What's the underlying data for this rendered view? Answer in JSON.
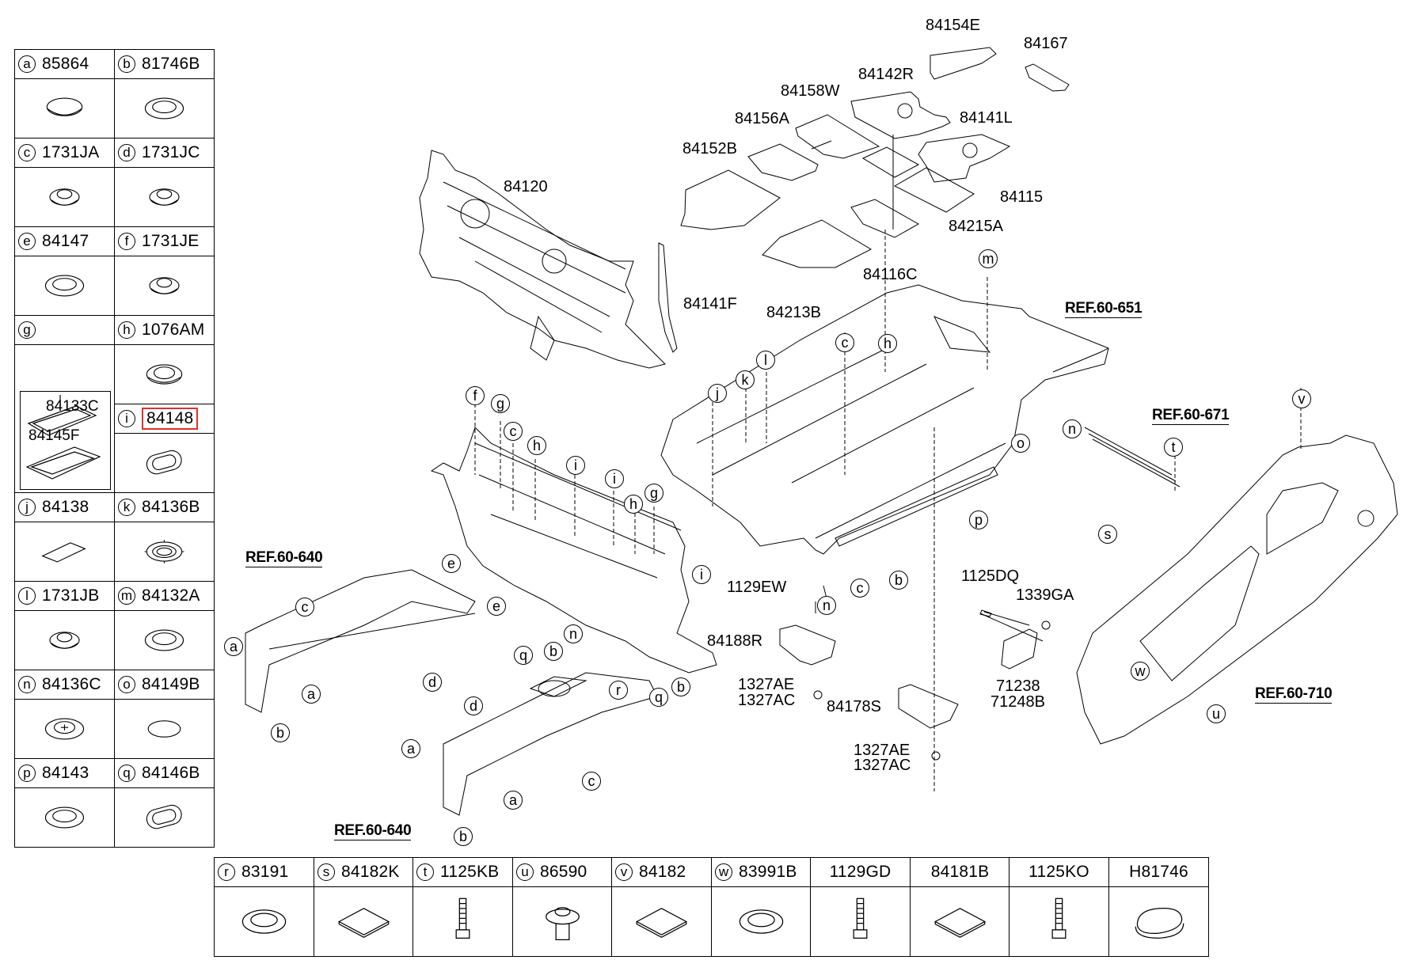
{
  "diagram": {
    "title": "Floor / dash panel insulation & plugs parts diagram",
    "highlight_color": "#e03030",
    "legend_left": [
      {
        "letter": "a",
        "code": "85864",
        "icon": "flat-plug-icon"
      },
      {
        "letter": "b",
        "code": "81746B",
        "icon": "ring-plug-icon"
      },
      {
        "letter": "c",
        "code": "1731JA",
        "icon": "domed-plug-icon"
      },
      {
        "letter": "d",
        "code": "1731JC",
        "icon": "domed-plug-icon"
      },
      {
        "letter": "e",
        "code": "84147",
        "icon": "ring-plug-icon"
      },
      {
        "letter": "f",
        "code": "1731JE",
        "icon": "domed-plug-icon"
      },
      {
        "letter": "g",
        "code": "",
        "icon": "grommet-frame-icon"
      },
      {
        "letter": "h",
        "code": "1076AM",
        "icon": "grommet-ring-icon"
      },
      {
        "letter": "i",
        "code": "84148",
        "icon": "oval-grommet-icon",
        "highlighted": true
      },
      {
        "letter": "j",
        "code": "84138",
        "icon": "pad-icon"
      },
      {
        "letter": "k",
        "code": "84136B",
        "icon": "toothed-ring-icon"
      },
      {
        "letter": "l",
        "code": "1731JB",
        "icon": "domed-plug-icon"
      },
      {
        "letter": "m",
        "code": "84132A",
        "icon": "ring-plug-icon"
      },
      {
        "letter": "n",
        "code": "84136C",
        "icon": "cross-plug-icon"
      },
      {
        "letter": "o",
        "code": "84149B",
        "icon": "oval-plug-icon"
      },
      {
        "letter": "p",
        "code": "84143",
        "icon": "ring-plug-icon"
      },
      {
        "letter": "q",
        "code": "84146B",
        "icon": "oval-grommet-icon"
      }
    ],
    "group_g": {
      "parent": "84133C",
      "child": "84145F"
    },
    "legend_bottom": [
      {
        "letter": "r",
        "code": "83191",
        "icon": "ring-plug-icon"
      },
      {
        "letter": "s",
        "code": "84182K",
        "icon": "square-pad-icon"
      },
      {
        "letter": "t",
        "code": "1125KB",
        "icon": "bolt-icon"
      },
      {
        "letter": "u",
        "code": "86590",
        "icon": "clip-icon"
      },
      {
        "letter": "v",
        "code": "84182",
        "icon": "square-pad-icon"
      },
      {
        "letter": "w",
        "code": "83991B",
        "icon": "ring-plug-icon"
      },
      {
        "letter": "",
        "code": "1129GD",
        "icon": "bolt-icon"
      },
      {
        "letter": "",
        "code": "84181B",
        "icon": "square-pad-icon"
      },
      {
        "letter": "",
        "code": "1125KO",
        "icon": "bolt-icon"
      },
      {
        "letter": "",
        "code": "H81746",
        "icon": "oval-cap-icon"
      }
    ],
    "part_labels": [
      {
        "id": "84154E"
      },
      {
        "id": "84167"
      },
      {
        "id": "84142R"
      },
      {
        "id": "84158W"
      },
      {
        "id": "84141L"
      },
      {
        "id": "84156A"
      },
      {
        "id": "84152B"
      },
      {
        "id": "84115"
      },
      {
        "id": "84120"
      },
      {
        "id": "84215A"
      },
      {
        "id": "84116C"
      },
      {
        "id": "84213B"
      },
      {
        "id": "84141F"
      },
      {
        "id": "1129EW"
      },
      {
        "id": "1125DQ"
      },
      {
        "id": "1339GA"
      },
      {
        "id": "84188R"
      },
      {
        "id": "1327AE"
      },
      {
        "id": "1327AC"
      },
      {
        "id": "84178S"
      },
      {
        "id": "1327AE"
      },
      {
        "id": "1327AC"
      },
      {
        "id": "71238"
      },
      {
        "id": "71248B"
      }
    ],
    "references": [
      "REF.60-651",
      "REF.60-671",
      "REF.60-640",
      "REF.60-640",
      "REF.60-710"
    ]
  }
}
